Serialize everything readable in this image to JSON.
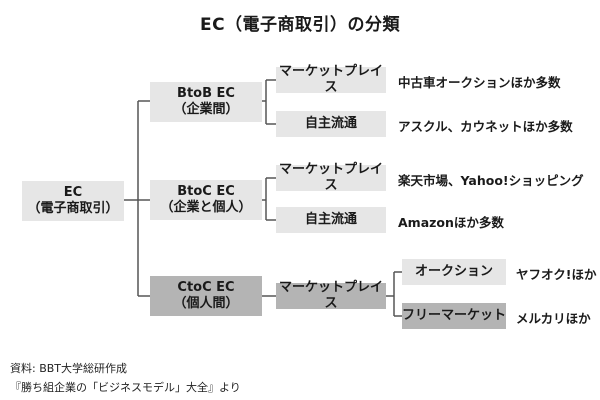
{
  "title": "EC（電子商取引）の分類",
  "root": {
    "line1": "EC",
    "line2": "（電子商取引）"
  },
  "tier1": [
    {
      "line1": "BtoB EC",
      "line2": "（企業間）"
    },
    {
      "line1": "BtoC EC",
      "line2": "（企業と個人）"
    },
    {
      "line1": "CtoC EC",
      "line2": "（個人間）"
    }
  ],
  "tier2": [
    "マーケットプレイス",
    "自主流通",
    "マーケットプレイス",
    "自主流通",
    "マーケットプレイス"
  ],
  "tier3": [
    "オークション",
    "フリーマーケット"
  ],
  "examples": [
    "中古車オークションほか多数",
    "アスクル、カウネットほか多数",
    "楽天市場、Yahoo!ショッピング",
    "Amazonほか多数",
    "ヤフオク!ほか",
    "メルカリほか"
  ],
  "source": {
    "line1": "資料: BBT大学総研作成",
    "line2": "『勝ち組企業の「ビジネスモデル」大全』より"
  },
  "colors": {
    "light_box": "#e6e6e6",
    "dark_box": "#b4b4b4",
    "line": "#555555"
  }
}
